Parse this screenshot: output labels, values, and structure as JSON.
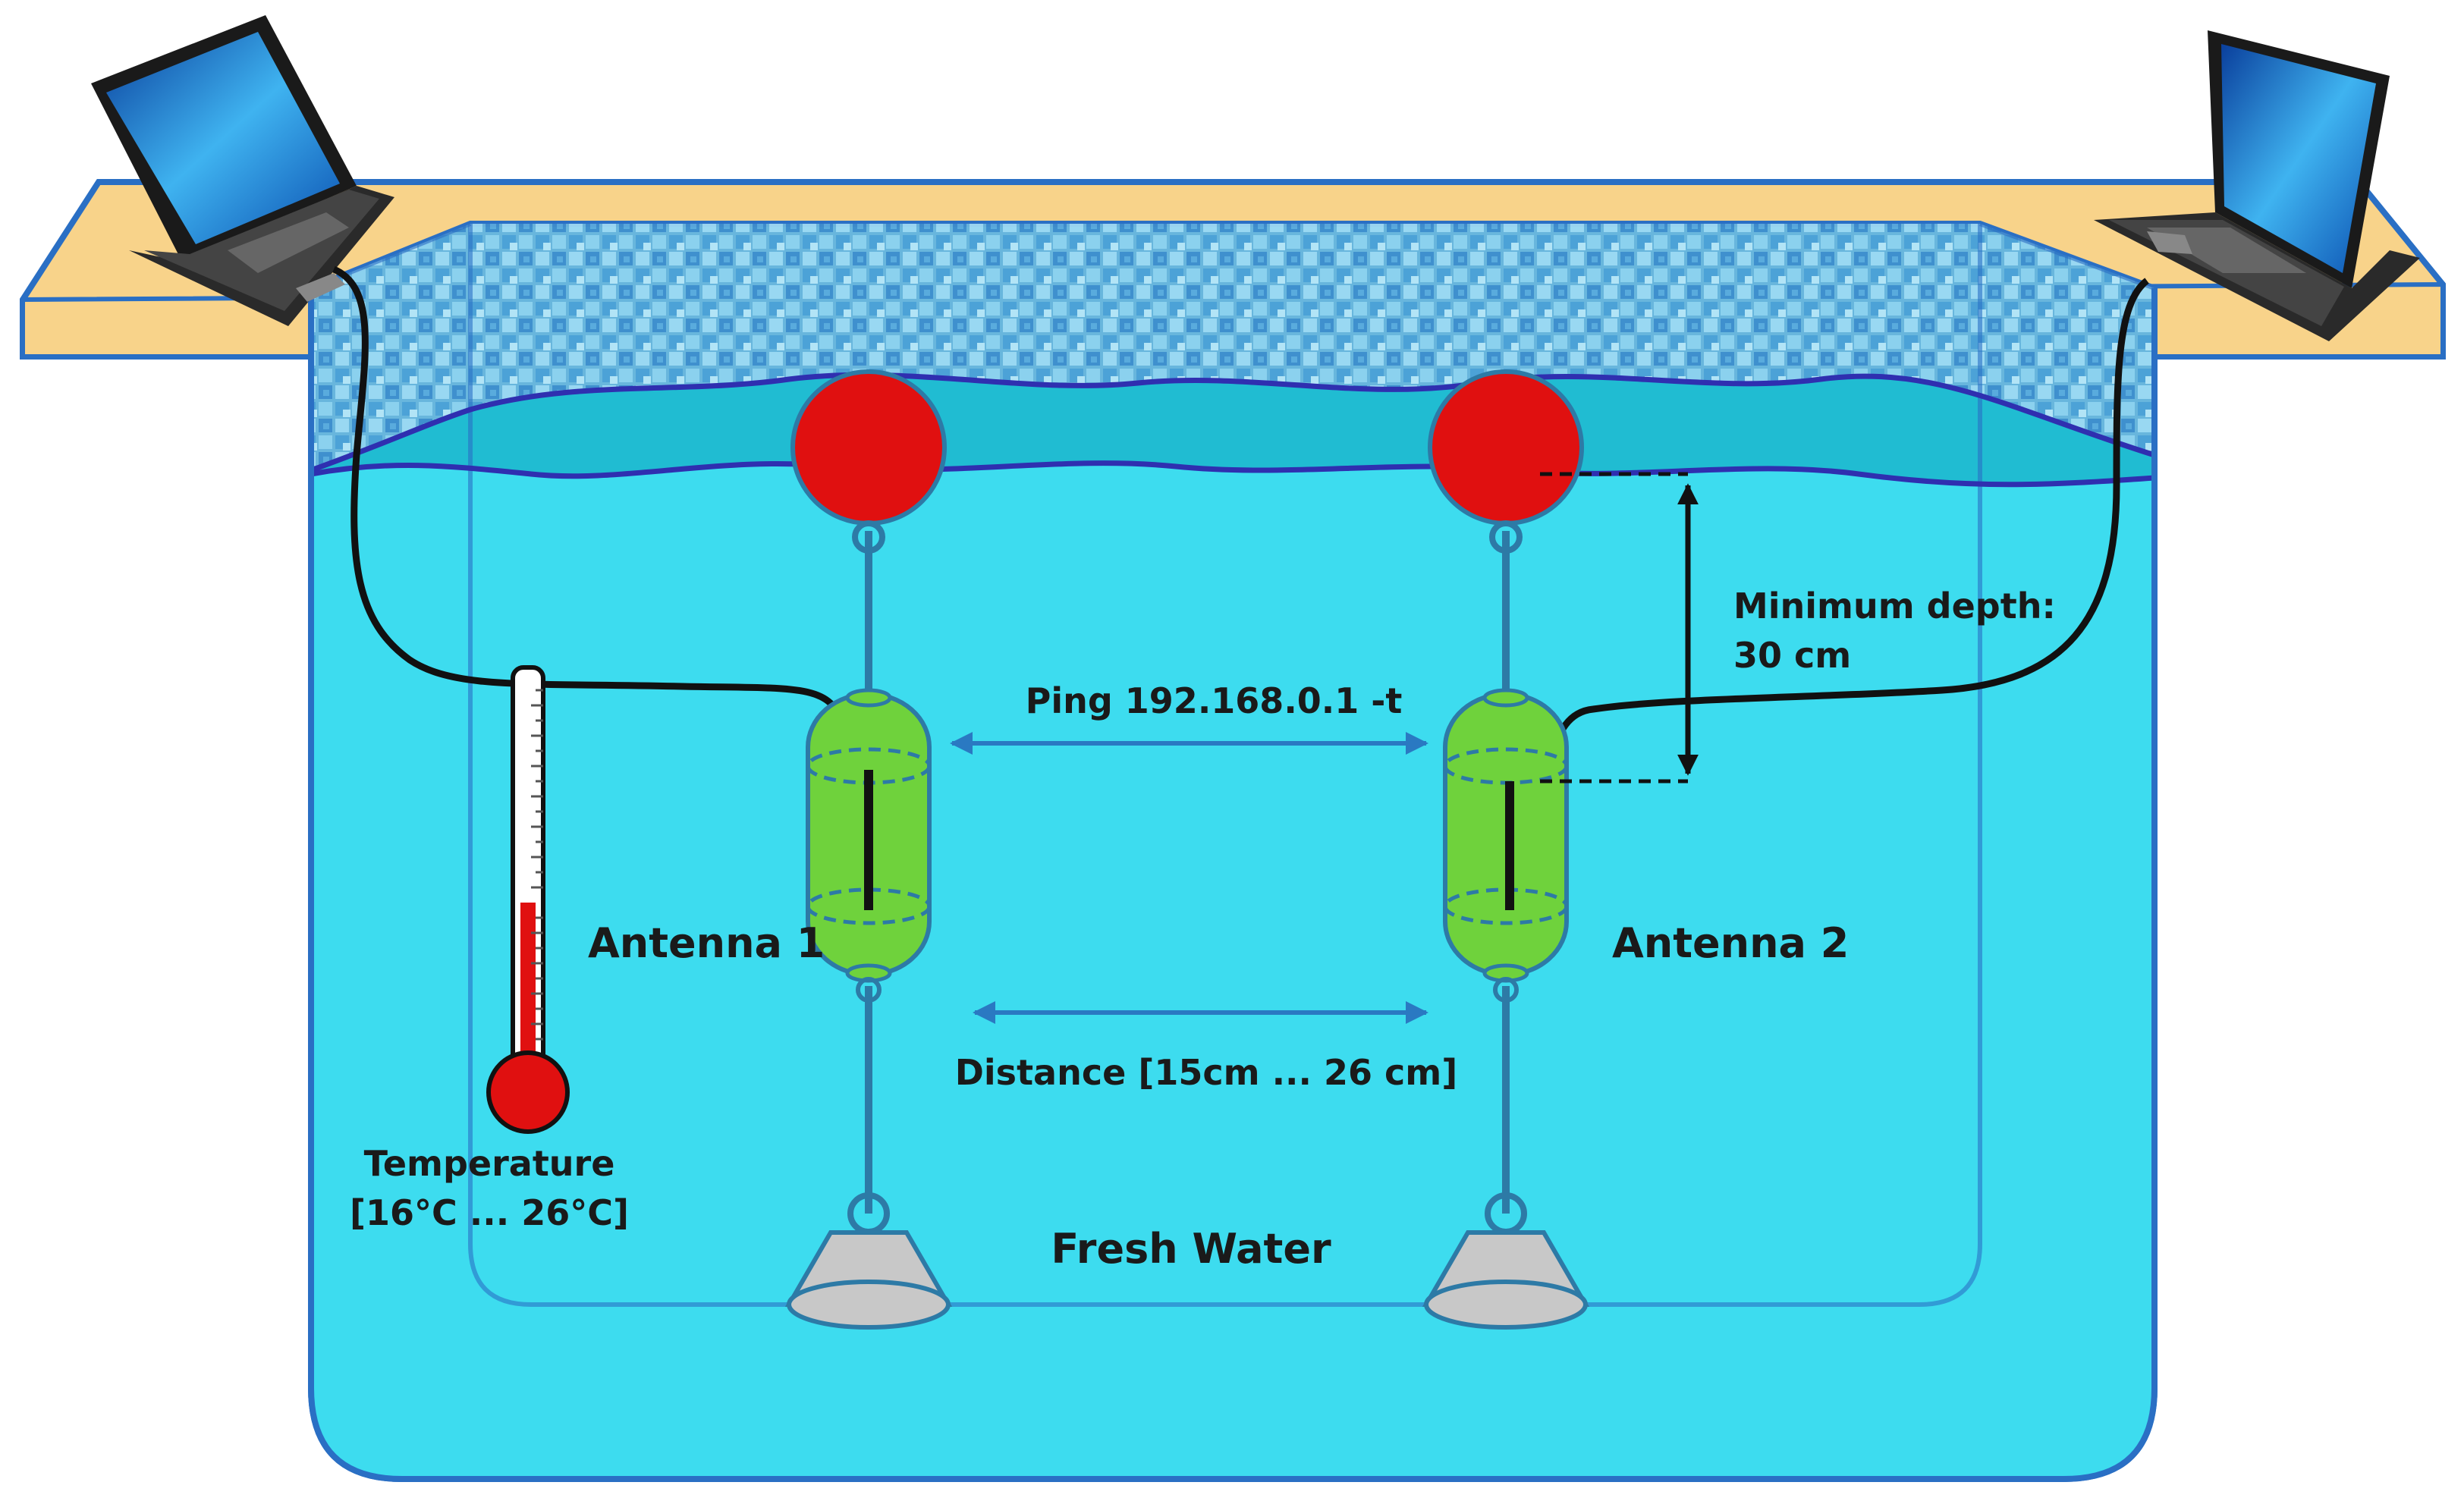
{
  "labels": {
    "ping": "Ping 192.168.0.1 -t",
    "min_depth_line1": "Minimum depth:",
    "min_depth_line2": "30 cm",
    "antenna1": "Antenna 1",
    "antenna2": "Antenna 2",
    "distance": "Distance [15cm ... 26 cm]",
    "temperature_line1": "Temperature",
    "temperature_line2": "[16°C ... 26°C]",
    "fresh_water": "Fresh Water"
  },
  "colors": {
    "water": "#3ddcef",
    "surface_water": "#20bcd2",
    "pool_outline": "#2a6fc4",
    "wave_line": "#2f2fb0",
    "deck": "#f8d38a",
    "tile_base": "#6ab4dc",
    "buoy": "#e01010",
    "antenna": "#6fd23c",
    "anchor": "#c8c8c8",
    "cable": "#111111",
    "arrow": "#2a79c2",
    "thermometer_red": "#e01010"
  },
  "icons": [
    "laptop-icon",
    "thermometer-icon",
    "buoy-icon",
    "antenna-canister-icon",
    "anchor-weight-icon"
  ]
}
